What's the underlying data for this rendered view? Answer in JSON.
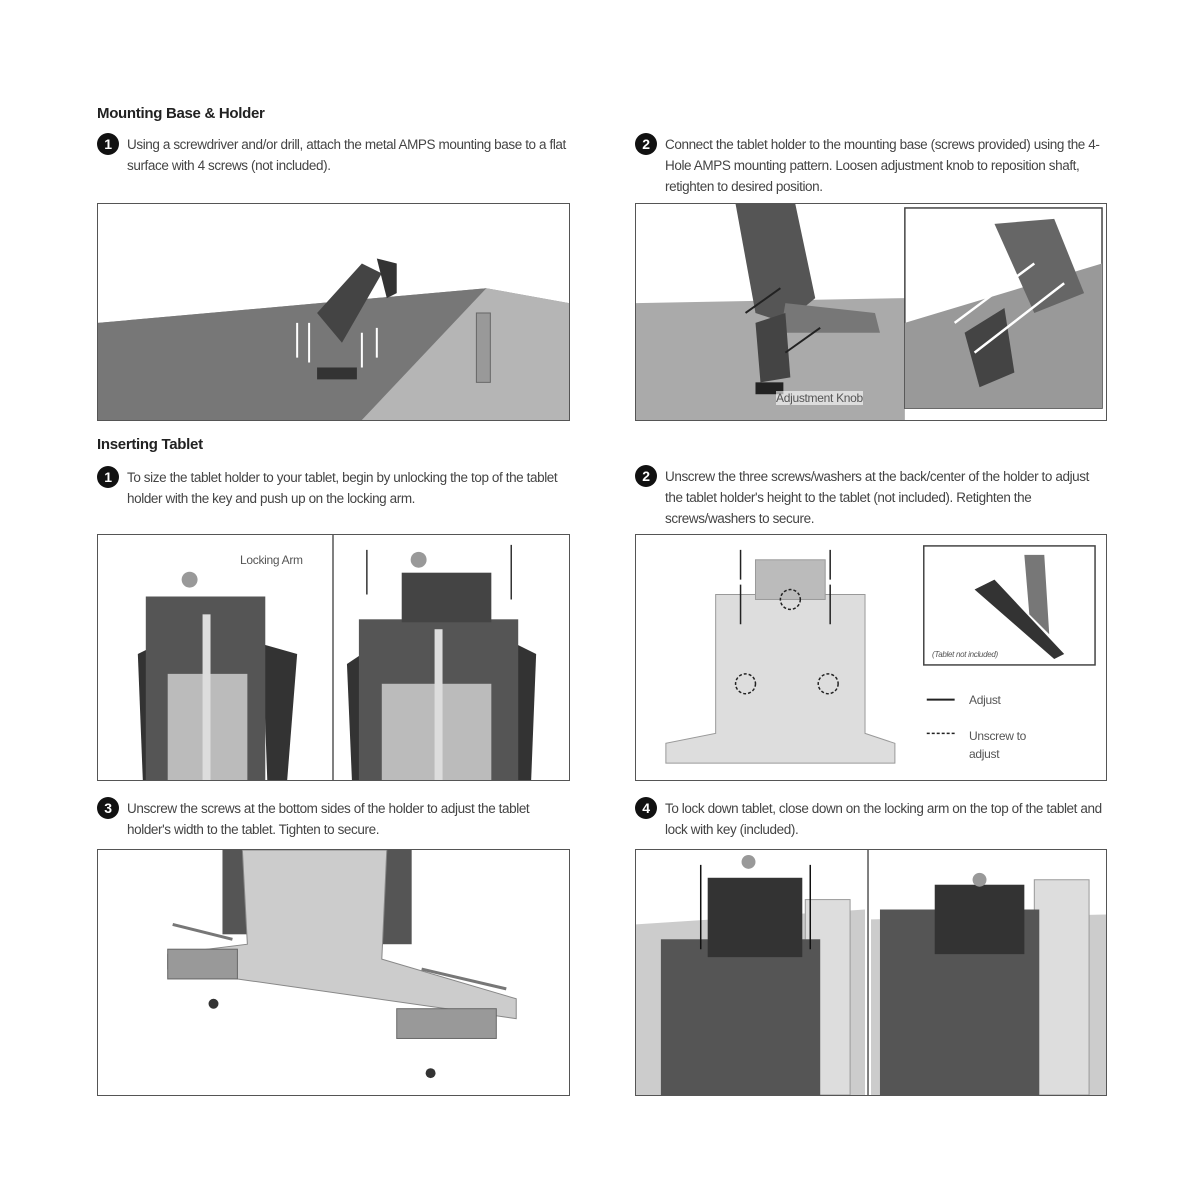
{
  "sections": {
    "mounting": {
      "title": "Mounting Base & Holder",
      "steps": [
        {
          "number": "1",
          "text": "Using a screwdriver and/or drill, attach the metal AMPS mounting base to a flat surface with 4 screws (not included)."
        },
        {
          "number": "2",
          "text": "Connect the tablet holder to the mounting base (screws provided) using the 4-Hole AMPS mounting pattern. Loosen adjustment knob to reposition shaft, retighten to desired position."
        }
      ],
      "labels": {
        "adjustment_knob": "Adjustment Knob"
      }
    },
    "inserting": {
      "title": "Inserting Tablet",
      "steps": [
        {
          "number": "1",
          "text": "To size the tablet holder to your tablet, begin by unlocking the top of the tablet holder with the key and push up on the locking arm."
        },
        {
          "number": "2",
          "text": "Unscrew the three screws/washers at the back/center of the holder to adjust the tablet holder's height to the tablet (not included). Retighten the screws/washers to secure."
        },
        {
          "number": "3",
          "text": "Unscrew the screws at the bottom sides of the holder to adjust the tablet holder's width to the tablet. Tighten to secure."
        },
        {
          "number": "4",
          "text": "To lock down tablet, close down on the locking arm on the top of the tablet and lock with key (included)."
        }
      ],
      "labels": {
        "locking_arm": "Locking Arm",
        "tablet_not_included": "(Tablet not included)",
        "legend_adjust": "Adjust",
        "legend_unscrew": "Unscrew to adjust"
      }
    }
  }
}
